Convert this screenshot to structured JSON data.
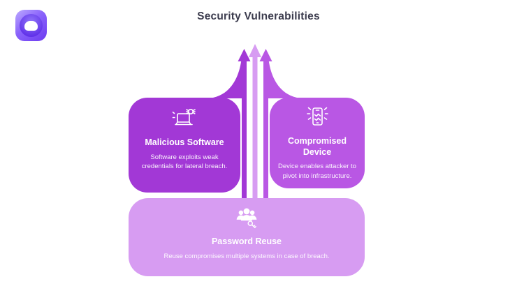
{
  "page": {
    "title": "Security Vulnerabilities"
  },
  "logo": {
    "icon": "brand-logo-icon"
  },
  "nodes": {
    "malicious_software": {
      "title": "Malicious Software",
      "description": "Software exploits weak credentials for lateral breach.",
      "color": "#a238d6",
      "icon": "malware-laptop-icon"
    },
    "compromised_device": {
      "title": "Compromised Device",
      "description": "Device enables attacker to pivot into infrastructure.",
      "color": "#b957e4",
      "icon": "hacked-phone-icon"
    },
    "password_reuse": {
      "title": "Password Reuse",
      "description": "Reuse compromises multiple systems in case of breach.",
      "color": "#d79cf2",
      "icon": "user-group-key-icon"
    }
  },
  "arrows": {
    "left_color": "#a238d6",
    "middle_color": "#d79cf2",
    "right_color": "#b957e4"
  },
  "colors": {
    "background": "#ffffff",
    "title_text": "#3b3b4d"
  }
}
